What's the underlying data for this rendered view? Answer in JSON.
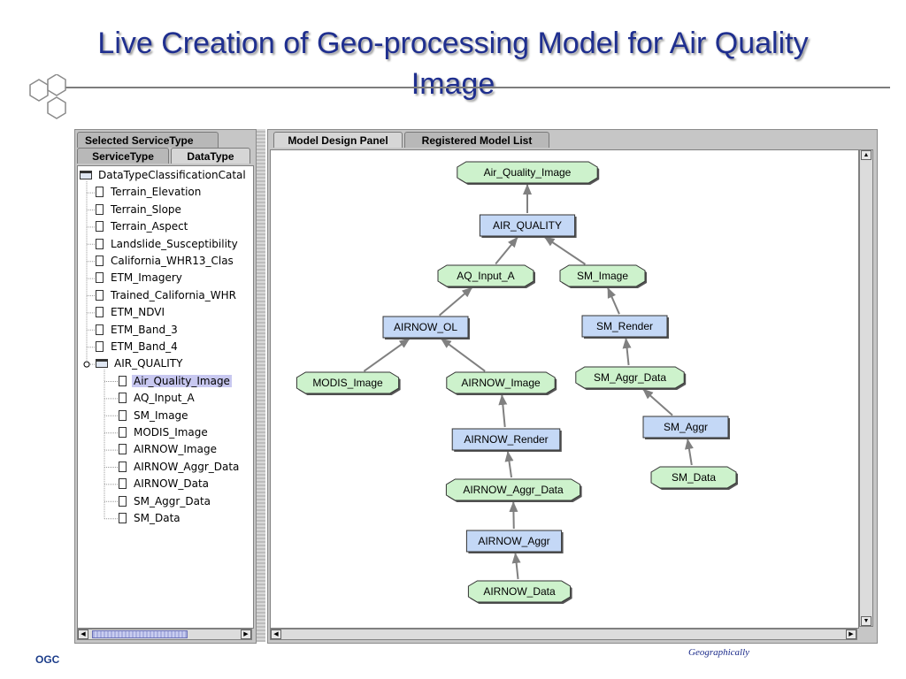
{
  "slide": {
    "title": "Live Creation of Geo-processing Model for Air Quality Image",
    "footer": "Geographically",
    "logo_text": "OGC"
  },
  "left_panel": {
    "tabs": {
      "selected_servicetype": "Selected ServiceType",
      "servicetype": "ServiceType",
      "datatype": "DataType",
      "active": "DataType"
    },
    "root": "DataTypeClassificationCatal",
    "items": [
      "Terrain_Elevation",
      "Terrain_Slope",
      "Terrain_Aspect",
      "Landslide_Susceptibility",
      "California_WHR13_Clas",
      "ETM_Imagery",
      "Trained_California_WHR",
      "ETM_NDVI",
      "ETM_Band_3",
      "ETM_Band_4"
    ],
    "group": {
      "label": "AIR_QUALITY",
      "expanded": true,
      "selected": "Air_Quality_Image",
      "items": [
        "Air_Quality_Image",
        "AQ_Input_A",
        "SM_Image",
        "MODIS_Image",
        "AIRNOW_Image",
        "AIRNOW_Aggr_Data",
        "AIRNOW_Data",
        "SM_Aggr_Data",
        "SM_Data"
      ]
    }
  },
  "right_panel": {
    "tabs": {
      "model_design": "Model Design Panel",
      "registered": "Registered Model List",
      "active": "Model Design Panel"
    },
    "model": {
      "colors": {
        "data_fill": "#cdf2cc",
        "service_fill": "#c4d8f6",
        "edge": "#808080"
      },
      "nodes": [
        {
          "id": "aqi",
          "label": "Air_Quality_Image",
          "kind": "data"
        },
        {
          "id": "aq",
          "label": "AIR_QUALITY",
          "kind": "service"
        },
        {
          "id": "aqa",
          "label": "AQ_Input_A",
          "kind": "data"
        },
        {
          "id": "smi",
          "label": "SM_Image",
          "kind": "data"
        },
        {
          "id": "aol",
          "label": "AIRNOW_OL",
          "kind": "service"
        },
        {
          "id": "smr",
          "label": "SM_Render",
          "kind": "service"
        },
        {
          "id": "mod",
          "label": "MODIS_Image",
          "kind": "data"
        },
        {
          "id": "ani",
          "label": "AIRNOW_Image",
          "kind": "data"
        },
        {
          "id": "sad",
          "label": "SM_Aggr_Data",
          "kind": "data"
        },
        {
          "id": "anr",
          "label": "AIRNOW_Render",
          "kind": "service"
        },
        {
          "id": "sma",
          "label": "SM_Aggr",
          "kind": "service"
        },
        {
          "id": "aad",
          "label": "AIRNOW_Aggr_Data",
          "kind": "data"
        },
        {
          "id": "smd",
          "label": "SM_Data",
          "kind": "data"
        },
        {
          "id": "aag",
          "label": "AIRNOW_Aggr",
          "kind": "service"
        },
        {
          "id": "and",
          "label": "AIRNOW_Data",
          "kind": "data"
        }
      ],
      "edges": [
        {
          "from": "aq",
          "to": "aqi"
        },
        {
          "from": "aqa",
          "to": "aq"
        },
        {
          "from": "smi",
          "to": "aq"
        },
        {
          "from": "aol",
          "to": "aqa"
        },
        {
          "from": "smr",
          "to": "smi"
        },
        {
          "from": "mod",
          "to": "aol"
        },
        {
          "from": "ani",
          "to": "aol"
        },
        {
          "from": "sad",
          "to": "smr"
        },
        {
          "from": "anr",
          "to": "ani"
        },
        {
          "from": "sma",
          "to": "sad"
        },
        {
          "from": "aad",
          "to": "anr"
        },
        {
          "from": "smd",
          "to": "sma"
        },
        {
          "from": "aag",
          "to": "aad"
        },
        {
          "from": "and",
          "to": "aag"
        }
      ]
    }
  }
}
